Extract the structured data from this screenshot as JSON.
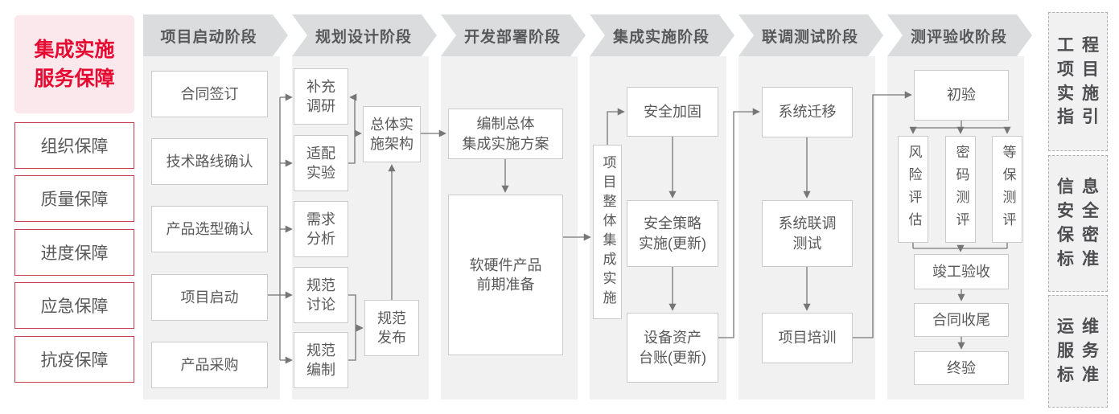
{
  "sidebar": {
    "title": "集成实施\n服务保障",
    "items": [
      {
        "label": "组织保障"
      },
      {
        "label": "质量保障"
      },
      {
        "label": "进度保障"
      },
      {
        "label": "应急保障"
      },
      {
        "label": "抗疫保障"
      }
    ]
  },
  "phases": [
    {
      "label": "项目启动阶段"
    },
    {
      "label": "规划设计阶段"
    },
    {
      "label": "开发部署阶段"
    },
    {
      "label": "集成实施阶段"
    },
    {
      "label": "联调测试阶段"
    },
    {
      "label": "测评验收阶段"
    }
  ],
  "nodes": {
    "contract_sign": "合同签订",
    "tech_route_confirm": "技术路线确认",
    "product_select_confirm": "产品选型确认",
    "project_kickoff": "项目启动",
    "product_purchase": "产品采购",
    "supplement_research": "补充\n调研",
    "adaptation_experiment": "适配\n实验",
    "requirement_analysis": "需求\n分析",
    "spec_discussion": "规范\n讨论",
    "spec_compilation": "规范\n编制",
    "overall_impl_architecture": "总体实\n施架构",
    "spec_release": "规范\n发布",
    "overall_integration_plan": "编制总体\n集成实施方案",
    "hw_sw_preparation": "软硬件产品\n前期准备",
    "project_overall_integration": "项目整体集成实施",
    "security_hardening": "安全加固",
    "security_policy_impl": "安全策略\n实施(更新)",
    "asset_ledger_update": "设备资产\n台账(更新)",
    "system_migration": "系统迁移",
    "system_joint_test": "系统联调\n测试",
    "project_training": "项目培训",
    "initial_acceptance": "初验",
    "risk_assessment": "风险评估",
    "crypto_evaluation": "密码测评",
    "mlps_evaluation": "等保测评",
    "completion_acceptance": "竣工验收",
    "contract_closure": "合同收尾",
    "final_acceptance": "终验"
  },
  "side_refs": [
    {
      "label": "工程\n项目\n实施\n指引"
    },
    {
      "label": "信息\n安全\n保密\n标准"
    },
    {
      "label": "运维\n服务\n标准"
    }
  ],
  "colors": {
    "accent_red": "#e60a32",
    "sidebar_pink": "#fbe8ec",
    "sidebar_border_red": "#c5404e",
    "banner_bg": "#dbdcdd",
    "panel_bg": "#f1f1f2",
    "node_border": "#c9cacb",
    "text_gray": "#595959",
    "line_gray": "#767676"
  }
}
